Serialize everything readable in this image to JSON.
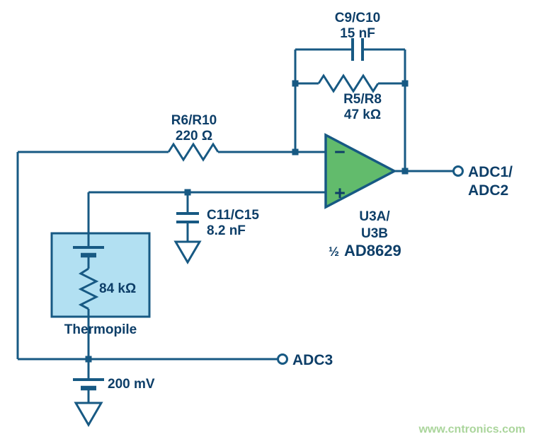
{
  "page": {
    "watermark": "www.cntronics.com"
  },
  "colors": {
    "wire": "#175983",
    "ink": "#0d3e68",
    "opamp": "#62bb6c",
    "boxfill": "#b2e0f2",
    "wm": "#aad59b"
  },
  "components": {
    "c9_c10": {
      "ref": "C9/C10",
      "value": "15 nF"
    },
    "r5_r8": {
      "ref": "R5/R8",
      "value": "47 kΩ"
    },
    "r6_r10": {
      "ref": "R6/R10",
      "value": "220 Ω"
    },
    "c11_c15": {
      "ref": "C11/C15",
      "value": "8.2 nF"
    },
    "thermopile": {
      "label": "Thermopile",
      "internal_resistance": "84 kΩ"
    },
    "opamp": {
      "ref_line1": "U3A/",
      "ref_line2": "U3B",
      "gain_prefix": "½",
      "part_number": "AD8629",
      "inverting_input": "−",
      "noninverting_input": "+"
    },
    "bias_source": {
      "value": "200 mV"
    }
  },
  "terminals": {
    "output_line1": "ADC1/",
    "output_line2": "ADC2",
    "adc3": "ADC3"
  }
}
